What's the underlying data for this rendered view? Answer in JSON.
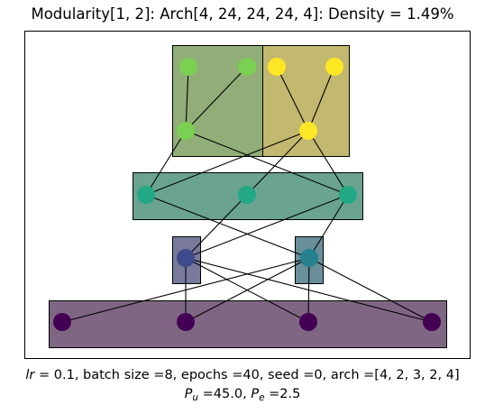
{
  "title": "Modularity[1, 2]: Arch[4, 24, 24, 24, 4]: Density = 1.49%",
  "caption": {
    "lr_label": "lr",
    "lr_value": " =  0.1, batch size =8, epochs =40, seed =0, arch =[4, 2, 3, 2, 4]",
    "pu_symbol": "P",
    "pu_sub": "u",
    "pu_value": " =45.0, ",
    "pe_symbol": "P",
    "pe_sub": "e",
    "pe_value": " =2.5"
  },
  "colors": {
    "layer0": "#440154",
    "layer1_left": "#3e4a89",
    "layer1_right": "#26828e",
    "layer2": "#22a884",
    "layer3_left": "#7ad151",
    "layer3_right": "#fde725",
    "layer4_left": "#7ad151",
    "layer4_right": "#fde725",
    "edge": "#000000"
  }
}
